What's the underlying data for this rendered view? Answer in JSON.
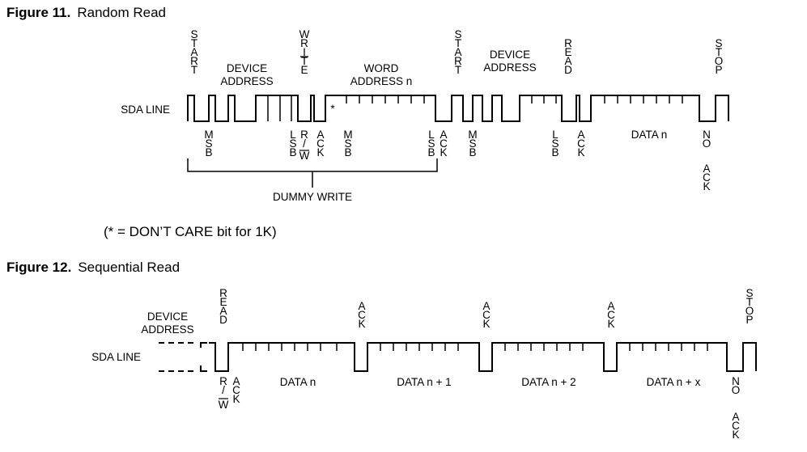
{
  "figure11": {
    "number": "Figure 11.",
    "title": "Random Read",
    "sda_line_label": "SDA LINE",
    "device_address_label": [
      "DEVICE",
      "ADDRESS"
    ],
    "word_address_label": [
      "WORD",
      "ADDRESS n"
    ],
    "device_address2_label": [
      "DEVICE",
      "ADDRESS"
    ],
    "data_label": "DATA n",
    "dummy_write_label": "DUMMY WRITE",
    "dont_care_star": "*",
    "dont_care_note": "(* = DON’T CARE bit for 1K)",
    "vertical_labels": {
      "start": "START",
      "write": "WRITE",
      "start2": "START",
      "read": "READ",
      "stop": "STOP",
      "msb": "MSB",
      "lsb": "LSB",
      "rw_r": "R",
      "rw_slash": "/",
      "rw_w": "W",
      "ack": "ACK",
      "no": "NO"
    }
  },
  "figure12": {
    "number": "Figure 12.",
    "title": "Sequential Read",
    "sda_line_label": "SDA LINE",
    "device_address_label": [
      "DEVICE",
      "ADDRESS"
    ],
    "data_labels": [
      "DATA n",
      "DATA n + 1",
      "DATA n + 2",
      "DATA n + x"
    ],
    "vertical_labels": {
      "read": "READ",
      "ack": "ACK",
      "stop": "STOP",
      "no": "NO",
      "rw_r": "R",
      "rw_slash": "/",
      "rw_w": "W"
    }
  }
}
